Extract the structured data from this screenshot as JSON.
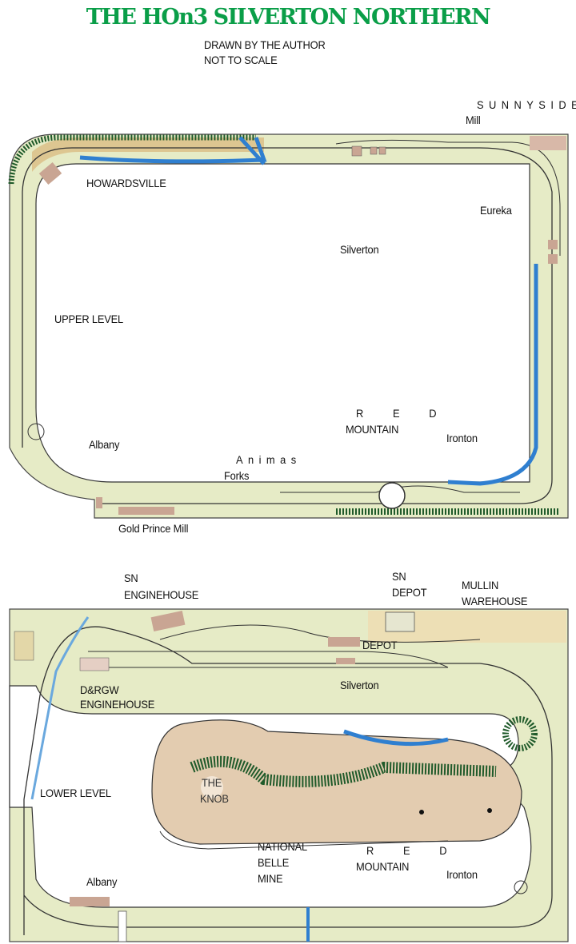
{
  "title": "THE HOn3 SILVERTON NORTHERN",
  "colors": {
    "title": "#0a9e48",
    "board": "#e6ebc6",
    "water": "#2f7fd0",
    "trees": "#1f5a2a",
    "mountain": "#e3ccb0",
    "building": "#c9a593"
  },
  "credits": {
    "line1": "DRAWN BY THE AUTHOR",
    "line2": "NOT TO SCALE"
  },
  "upper_level": {
    "level_label": "UPPER LEVEL",
    "labels": {
      "sunnyside": "SUNNYSIDE",
      "mill": "Mill",
      "howardsville": "HOWARDSVILLE",
      "eureka": "Eureka",
      "silverton": "Silverton",
      "red": "R E D",
      "mountain": "MOUNTAIN",
      "ironton": "Ironton",
      "albany": "Albany",
      "animas": "Animas",
      "forks": "Forks",
      "gold_prince_mill": "Gold Prince Mill"
    }
  },
  "lower_level": {
    "level_label": "LOWER LEVEL",
    "labels": {
      "sn": "SN",
      "sn_enginehouse": "ENGINEHOUSE",
      "sn2": "SN",
      "sn_depot": "DEPOT",
      "mullin": "MULLIN",
      "warehouse": "WAREHOUSE",
      "depot": "DEPOT",
      "silverton": "Silverton",
      "drgw": "D&RGW",
      "drgw_enginehouse": "ENGINEHOUSE",
      "the": "THE",
      "knob": "KNOB",
      "national": "NATIONAL",
      "belle": "BELLE",
      "mine": "MINE",
      "red": "R E D",
      "mountain": "MOUNTAIN",
      "ironton": "Ironton",
      "albany": "Albany"
    }
  }
}
